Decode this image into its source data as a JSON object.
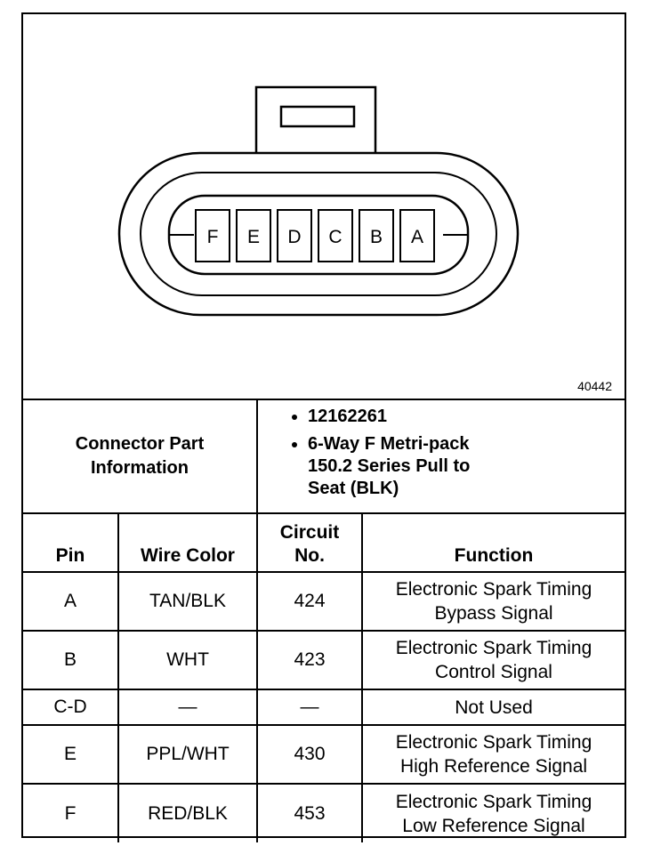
{
  "figure_id": "40442",
  "connector": {
    "pins": [
      "F",
      "E",
      "D",
      "C",
      "B",
      "A"
    ]
  },
  "part_info": {
    "label_line1": "Connector Part",
    "label_line2": "Information",
    "bullets": [
      [
        "12162261"
      ],
      [
        "6-Way F Metri-pack",
        "150.2 Series Pull to",
        "Seat (BLK)"
      ]
    ]
  },
  "table": {
    "headers": {
      "pin": "Pin",
      "wire_color": "Wire Color",
      "circuit_line1": "Circuit",
      "circuit_line2": "No.",
      "function": "Function"
    },
    "rows": [
      {
        "pin": "A",
        "wire": "TAN/BLK",
        "circuit": "424",
        "function": [
          "Electronic Spark Timing",
          "Bypass Signal"
        ]
      },
      {
        "pin": "B",
        "wire": "WHT",
        "circuit": "423",
        "function": [
          "Electronic Spark Timing",
          "Control Signal"
        ]
      },
      {
        "pin": "C-D",
        "wire": "—",
        "circuit": "—",
        "function": [
          "Not Used"
        ]
      },
      {
        "pin": "E",
        "wire": "PPL/WHT",
        "circuit": "430",
        "function": [
          "Electronic Spark Timing",
          "High Reference Signal"
        ]
      },
      {
        "pin": "F",
        "wire": "RED/BLK",
        "circuit": "453",
        "function": [
          "Electronic Spark Timing",
          "Low Reference Signal"
        ]
      }
    ]
  }
}
